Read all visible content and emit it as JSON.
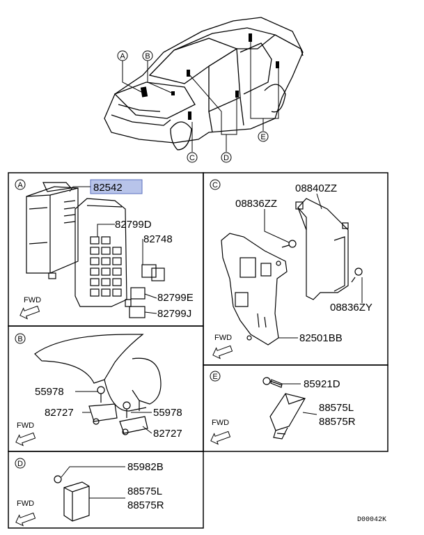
{
  "overview": {
    "callouts": [
      "A",
      "B",
      "C",
      "D",
      "E"
    ]
  },
  "panel_A": {
    "letter": "A",
    "highlight_color": "#b8c4ea",
    "parts": [
      "82542",
      "82799D",
      "82748",
      "82799E",
      "82799J"
    ],
    "fwd": "FWD"
  },
  "panel_B": {
    "letter": "B",
    "parts": [
      "55978",
      "82727",
      "55978",
      "82727"
    ],
    "fwd": "FWD"
  },
  "panel_C": {
    "letter": "C",
    "parts": [
      "08840ZZ",
      "08836ZZ",
      "08836ZY",
      "82501BB"
    ],
    "fwd": "FWD"
  },
  "panel_D": {
    "letter": "D",
    "parts": [
      "85982B",
      "88575L",
      "88575R"
    ],
    "fwd": "FWD"
  },
  "panel_E": {
    "letter": "E",
    "parts": [
      "85921D",
      "88575L",
      "88575R"
    ],
    "fwd": "FWD"
  },
  "diagram_code": "D00042K"
}
